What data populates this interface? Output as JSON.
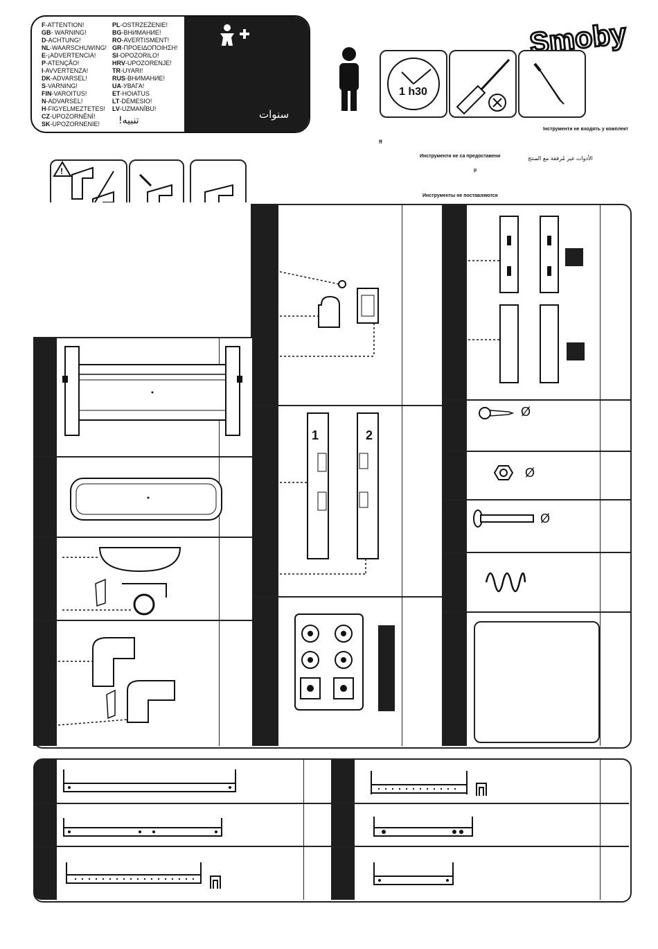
{
  "brand": {
    "name": "Smoby"
  },
  "warnings": {
    "left": [
      [
        "F",
        "-ATTENTION!"
      ],
      [
        "GB",
        "- WARNING!"
      ],
      [
        "D",
        "-ACHTUNG!"
      ],
      [
        "NL",
        "-WAARSCHUWING!"
      ],
      [
        "E",
        "-¡ADVERTENCIA!"
      ],
      [
        "P",
        "-ATENÇÃO!"
      ],
      [
        "I",
        "-AVVERTENZA!"
      ],
      [
        "DK",
        "-ADVARSEL!"
      ],
      [
        "S",
        "-VARNING!"
      ],
      [
        "FIN",
        "-VAROITUS!"
      ],
      [
        "N",
        "-ADVARSEL!"
      ],
      [
        "H",
        "-FIGYELMEZTETES!"
      ],
      [
        "CZ",
        "-UPOZORNĚNÍ!"
      ],
      [
        "SK",
        "-UPOZORNENIE!"
      ]
    ],
    "right": [
      [
        "PL",
        "-OSTRZEŻENIE!"
      ],
      [
        "BG",
        "-ВНИМАНИЕ!"
      ],
      [
        "RO",
        "-AVERTISMENT!"
      ],
      [
        "GR",
        "-ΠΡΟΕΙΔΟΠΟΙΗΣΗ!"
      ],
      [
        "SI",
        "-OPOZORILO!"
      ],
      [
        "HRV",
        "-UPOZORENJE!"
      ],
      [
        "TR",
        "-UYARI!"
      ],
      [
        "RUS",
        "-ВНИМАНИЕ!"
      ],
      [
        "UA",
        "-УВАГА!"
      ],
      [
        "ET",
        "-HOIATUS"
      ],
      [
        "LT",
        "-DĖMESIO!"
      ],
      [
        "LV",
        "-UZMANĪBU!"
      ]
    ],
    "arabic_warning": "!تنبيه",
    "age_icon": "child-plus-icon",
    "age_arabic": "سنوات"
  },
  "tools": {
    "time": "1 h30",
    "not_included_ua": "Інструменти не входять у комплект",
    "not_included_bg": "Инструменти не са предоставени",
    "not_included_ar": "الأدوات غير مُرفقة مع المنتج",
    "not_included_ru": "Инструменты не поставляются",
    "glyph_ff": "ff",
    "glyph_mu": "µ"
  },
  "steps": {
    "step_left": "1",
    "step_right": "2"
  },
  "hardware": {
    "diameter_symbol": "Ø"
  }
}
